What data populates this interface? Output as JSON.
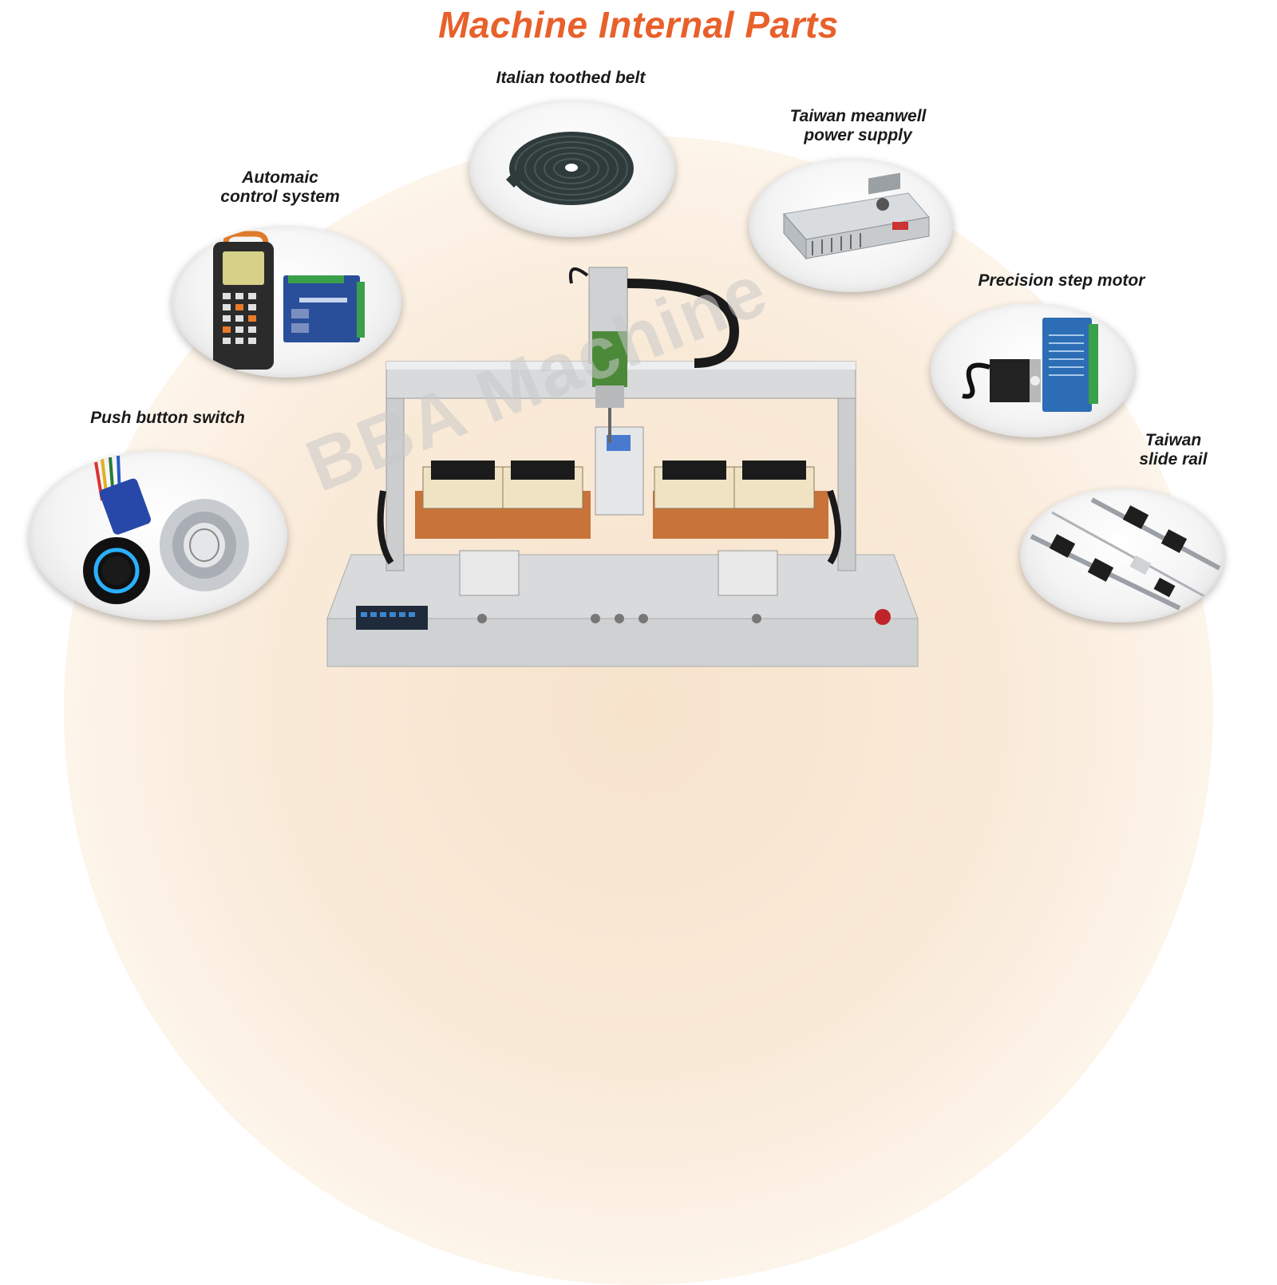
{
  "title": "Machine Internal Parts",
  "labels": {
    "belt": "Italian toothed belt",
    "power_line1": "Taiwan meanwell",
    "power_line2": "power supply",
    "control_line1": "Automaic",
    "control_line2": "control system",
    "motor": "Precision step motor",
    "button": "Push button switch",
    "rail_line1": "Taiwan",
    "rail_line2": "slide rail"
  },
  "watermark": "BBA Machine",
  "icons": [
    "toothed-belt-icon",
    "power-supply-icon",
    "control-system-icon",
    "step-motor-icon",
    "push-button-icon",
    "slide-rail-icon",
    "machine-image"
  ],
  "colors": {
    "title": "#e8602a",
    "background_arc": "#f7e3cc",
    "label_text": "#1a1a1a"
  }
}
